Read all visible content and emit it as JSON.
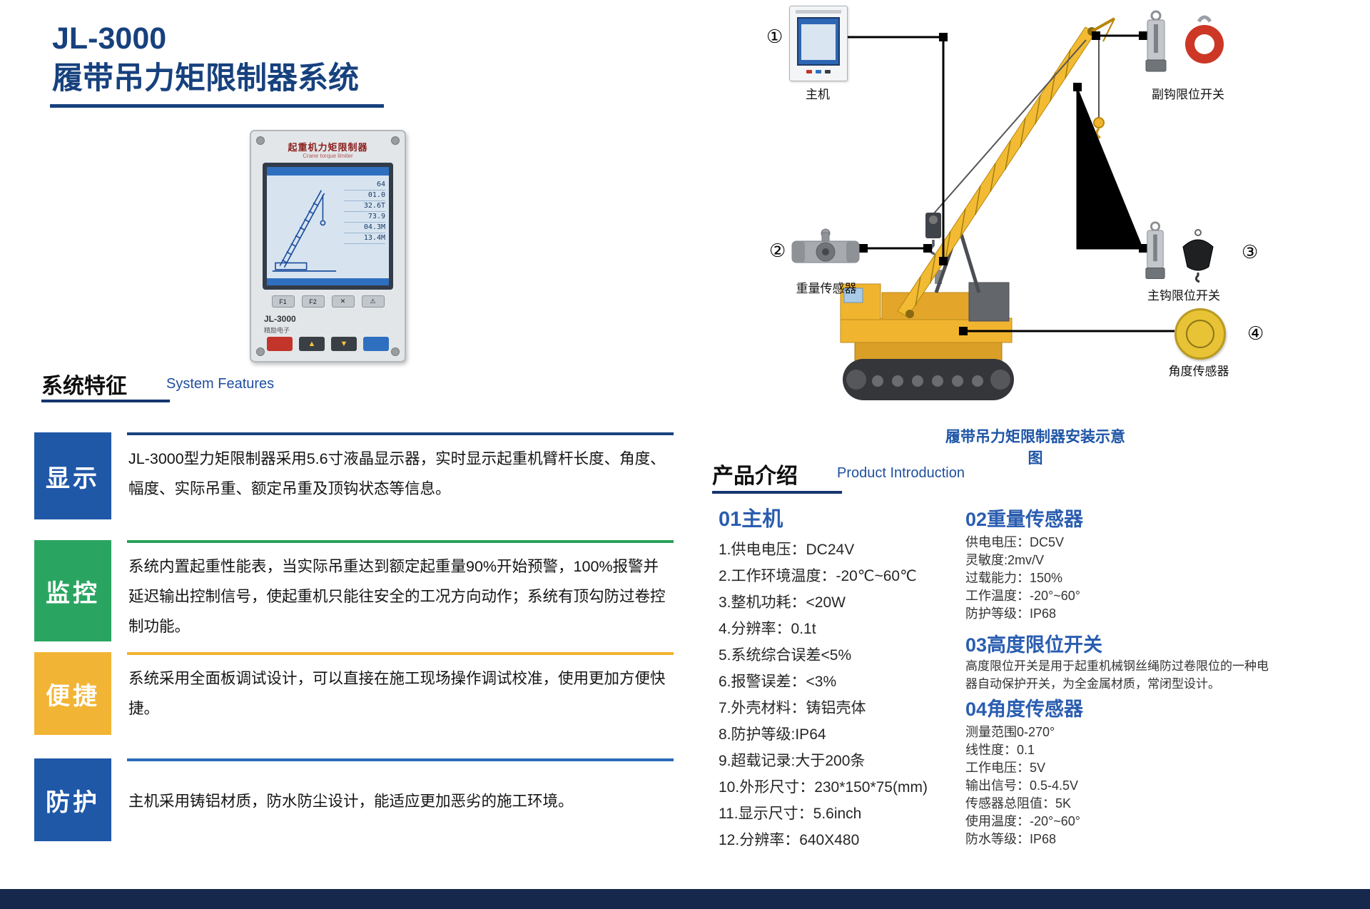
{
  "page": {
    "footer_color": "#16294d"
  },
  "header": {
    "title_line1": "JL-3000",
    "title_line2": "履带吊力矩限制器系统",
    "accent_color": "#17417e"
  },
  "device_panel": {
    "header": "起重机力矩限制器",
    "subheader": "Crane torque limiter",
    "screen_values": [
      "64",
      "01.0",
      "32.6T",
      "73.9",
      "04.3M",
      "13.4M"
    ],
    "fkeys": [
      "F1",
      "F2",
      "✕",
      "⚠"
    ],
    "arrow_up": "▲",
    "arrow_down": "▼",
    "brand": "JL-3000",
    "brand_sub": "精励电子"
  },
  "system_features": {
    "title_cn": "系统特征",
    "title_en": "System Features",
    "items": [
      {
        "label": "显示",
        "label_color": "#2058a8",
        "rule_color": "#17417e",
        "text": "JL-3000型力矩限制器采用5.6寸液晶显示器，实时显示起重机臂杆长度、角度、幅度、实际吊重、额定吊重及顶钩状态等信息。"
      },
      {
        "label": "监控",
        "label_color": "#2aa561",
        "rule_color": "#2aa05c",
        "text": "系统内置起重性能表，当实际吊重达到额定起重量90%开始预警，100%报警并延迟输出控制信号，使起重机只能往安全的工况方向动作；系统有顶勾防过卷控制功能。"
      },
      {
        "label": "便捷",
        "label_color": "#f2b434",
        "rule_color": "#f0b42f",
        "text": "系统采用全面板调试设计，可以直接在施工现场操作调试校准，使用更加方便快捷。"
      },
      {
        "label": "防护",
        "label_color": "#2058a8",
        "rule_color": "#2a6cb8",
        "text": "主机采用铸铝材质，防水防尘设计，能适应更加恶劣的施工环境。"
      }
    ]
  },
  "diagram": {
    "caption": "履带吊力矩限制器安装示意图",
    "callouts": {
      "host": {
        "num": "①",
        "label": "主机"
      },
      "weight": {
        "num": "②",
        "label": "重量传感器"
      },
      "aux_hook": {
        "label": "副钩限位开关"
      },
      "main_hook": {
        "num": "③",
        "label": "主钩限位开关"
      },
      "angle": {
        "num": "④",
        "label": "角度传感器"
      }
    }
  },
  "product_intro": {
    "title_cn": "产品介绍",
    "title_en": "Product Introduction",
    "host": {
      "title": "01主机",
      "items": [
        "1.供电电压：DC24V",
        "2.工作环境温度：-20℃~60℃",
        "3.整机功耗：<20W",
        "4.分辨率：0.1t",
        "5.系统综合误差<5%",
        "6.报警误差：<3%",
        "7.外壳材料：铸铝壳体",
        "8.防护等级:IP64",
        "9.超载记录:大于200条",
        "10.外形尺寸：230*150*75(mm)",
        "11.显示尺寸：5.6inch",
        "12.分辨率：640X480"
      ]
    },
    "weight_sensor": {
      "title": "02重量传感器",
      "items": [
        "供电电压：DC5V",
        "灵敏度:2mv/V",
        "过载能力：150%",
        "工作温度：-20°~60°",
        "防护等级：IP68"
      ]
    },
    "height_switch": {
      "title": "03高度限位开关",
      "text": "高度限位开关是用于起重机械钢丝绳防过卷限位的一种电器自动保护开关，为全金属材质，常闭型设计。"
    },
    "angle_sensor": {
      "title": "04角度传感器",
      "items": [
        "测量范围0-270°",
        "线性度：0.1",
        "工作电压：5V",
        "输出信号：0.5-4.5V",
        "传感器总阻值：5K",
        "使用温度：-20°~60°",
        "防水等级：IP68"
      ]
    }
  }
}
